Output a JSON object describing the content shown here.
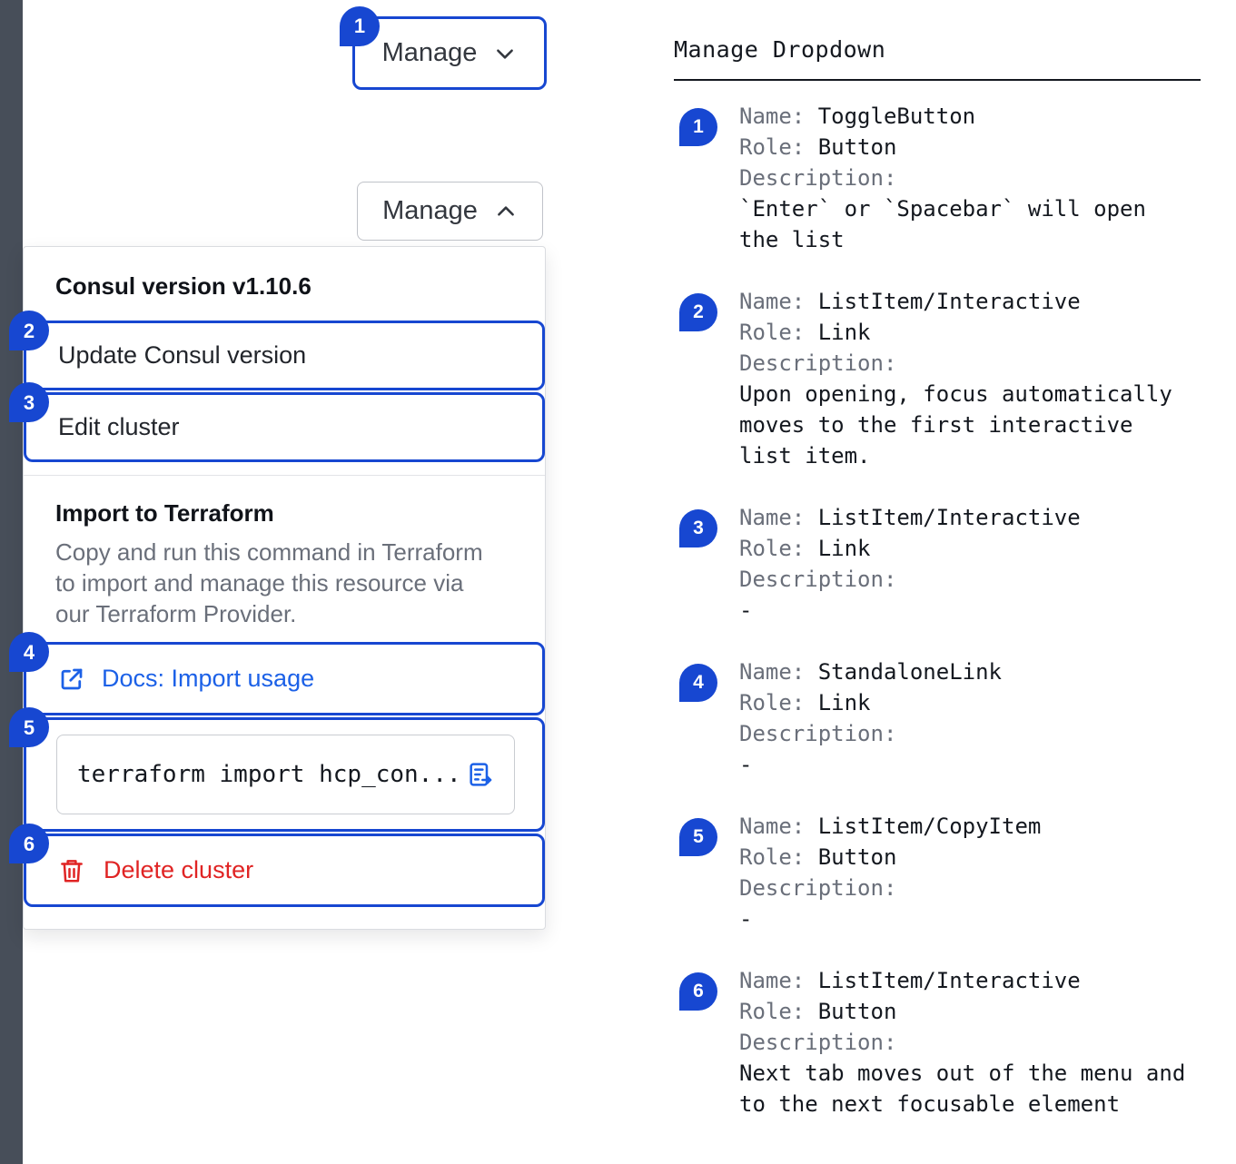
{
  "colors": {
    "accent_blue": "#1747D1",
    "link_blue": "#1C61E7",
    "critical_red": "#E02424",
    "text_primary": "#14181F",
    "text_secondary": "#6A6F7A",
    "side_strip": "#474E59"
  },
  "left": {
    "toggle_closed": {
      "label": "Manage",
      "badge": "1"
    },
    "toggle_open": {
      "label": "Manage"
    },
    "dropdown": {
      "version_title": "Consul version v1.10.6",
      "items": [
        {
          "badge": "2",
          "label": "Update Consul version"
        },
        {
          "badge": "3",
          "label": "Edit cluster"
        }
      ],
      "terraform_title": "Import to Terraform",
      "terraform_description": "Copy and run this command in Terraform to import and manage this resource via our Terraform Provider.",
      "docs_link": {
        "badge": "4",
        "label": "Docs: Import usage"
      },
      "copy_item": {
        "badge": "5",
        "code": "terraform import hcp_con..."
      },
      "delete_item": {
        "badge": "6",
        "label": "Delete cluster"
      }
    }
  },
  "annotations": {
    "title": "Manage Dropdown",
    "labels": {
      "name": "Name:",
      "role": "Role:",
      "description": "Description:"
    },
    "entries": [
      {
        "num": "1",
        "name": "ToggleButton",
        "role": "Button",
        "description": "`Enter` or `Spacebar` will open the list"
      },
      {
        "num": "2",
        "name": "ListItem/Interactive",
        "role": "Link",
        "description": "Upon opening, focus automatically moves to the first interactive list item."
      },
      {
        "num": "3",
        "name": "ListItem/Interactive",
        "role": "Link",
        "description": "-"
      },
      {
        "num": "4",
        "name": "StandaloneLink",
        "role": "Link",
        "description": "-"
      },
      {
        "num": "5",
        "name": "ListItem/CopyItem",
        "role": "Button",
        "description": "-"
      },
      {
        "num": "6",
        "name": "ListItem/Interactive",
        "role": "Button",
        "description": "Next tab moves out of the menu and to the next focusable element"
      }
    ]
  }
}
